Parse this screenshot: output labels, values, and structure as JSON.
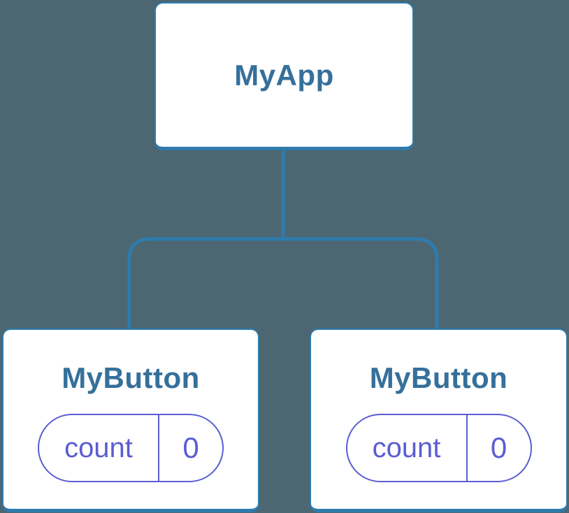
{
  "diagram": {
    "description": "React component tree diagram: parent component with two child components each holding independent state",
    "background_color": "#4C6771",
    "node_fill_color": "#FFFFFF",
    "node_border_color": "#2E7BAD",
    "node_label_color": "#35709B",
    "connector_color": "#2E7BAD",
    "state_pill_color": "#5B5DD2",
    "root": {
      "label": "MyApp"
    },
    "children": [
      {
        "label": "MyButton",
        "state": {
          "name": "count",
          "value": "0"
        }
      },
      {
        "label": "MyButton",
        "state": {
          "name": "count",
          "value": "0"
        }
      }
    ]
  }
}
